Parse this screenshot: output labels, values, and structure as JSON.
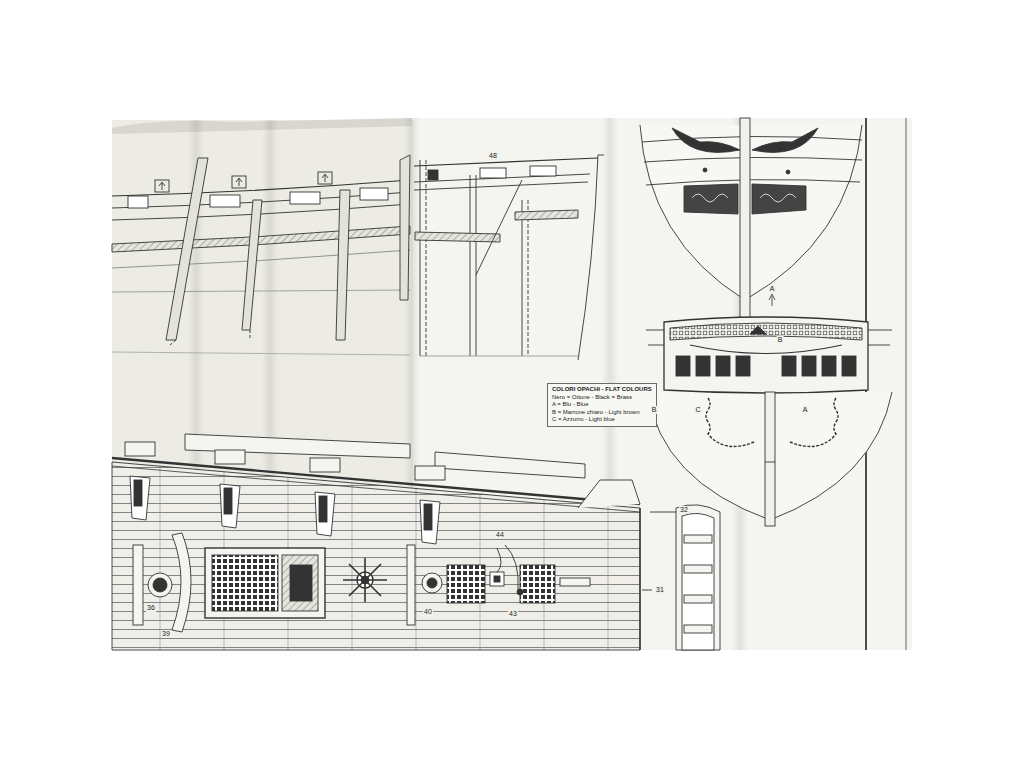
{
  "diagram": {
    "nodes": [
      {
        "text": [
          "COLORI OPACHI - FLAT COLOURS",
          "Nero = Ottone - Black = Brass",
          "A = Blu - Blue",
          "B = Marrone chiaro - Light brown",
          "C = Azzurro - Light blue"
        ]
      }
    ],
    "labels": [
      "48",
      "A",
      "B",
      "B",
      "C",
      "A",
      "32",
      "44",
      "31",
      "36",
      "40",
      "43",
      "39"
    ]
  }
}
